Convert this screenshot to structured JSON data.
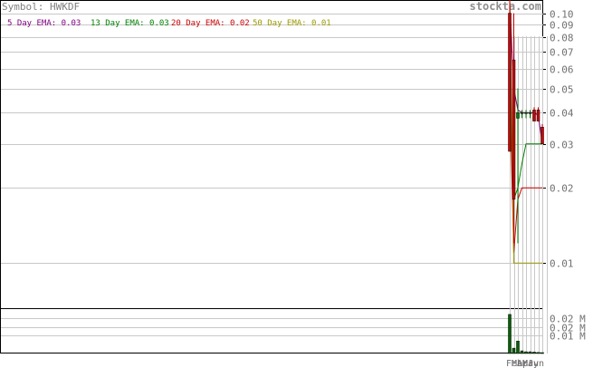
{
  "header": {
    "symbol_label": "Symbol: HWKDF",
    "site": "stockta.com"
  },
  "legend": [
    {
      "label": "5 Day EMA: 0.03",
      "color": "#800080"
    },
    {
      "label": "13 Day EMA: 0.03",
      "color": "#008000"
    },
    {
      "label": "20 Day EMA: 0.02",
      "color": "#cc0000"
    },
    {
      "label": "50 Day EMA: 0.01",
      "color": "#999900"
    }
  ],
  "colors": {
    "grid": "#c8c8c8",
    "frame": "#000000",
    "axis_text": "#707070",
    "header_text": "#808080",
    "up": "#008000",
    "down": "#cc0000",
    "volume": "#006000"
  },
  "chart_data": {
    "type": "candlestick",
    "price_axis": {
      "scale": "log",
      "ylim": [
        0.0066,
        0.112
      ],
      "ticks": [
        0.1,
        0.09,
        0.08,
        0.07,
        0.06,
        0.05,
        0.04,
        0.03,
        0.02,
        0.01
      ],
      "tick_labels": [
        "0.10",
        "0.09",
        "0.08",
        "0.07",
        "0.06",
        "0.05",
        "0.04",
        "0.03",
        "0.02",
        "0.01"
      ]
    },
    "volume_axis": {
      "ylim": [
        0,
        0.025
      ],
      "ticks": [
        0.02,
        0.015,
        0.01
      ],
      "tick_labels": [
        "0.02 M",
        "0.02 M",
        "0.01 M"
      ]
    },
    "x_tick_labels": [
      "Feb",
      "Mar",
      "Apr",
      "May",
      "Jun"
    ],
    "candles": [
      {
        "open": 0.1,
        "high": 0.12,
        "low": 0.028,
        "close": 0.028
      },
      {
        "open": 0.065,
        "high": 0.1,
        "low": 0.012,
        "close": 0.018
      },
      {
        "open": 0.038,
        "high": 0.05,
        "low": 0.012,
        "close": 0.04
      },
      {
        "open": 0.04,
        "high": 0.041,
        "low": 0.038,
        "close": 0.04
      },
      {
        "open": 0.04,
        "high": 0.041,
        "low": 0.038,
        "close": 0.04
      },
      {
        "open": 0.04,
        "high": 0.041,
        "low": 0.038,
        "close": 0.04
      },
      {
        "open": 0.041,
        "high": 0.042,
        "low": 0.037,
        "close": 0.037
      },
      {
        "open": 0.041,
        "high": 0.042,
        "low": 0.037,
        "close": 0.037
      },
      {
        "open": 0.035,
        "high": 0.036,
        "low": 0.03,
        "close": 0.03
      }
    ],
    "ema_series": [
      {
        "name": "5 Day EMA",
        "values": [
          0.11,
          0.05,
          0.041,
          0.04,
          0.04,
          0.04,
          0.04,
          0.039,
          0.03
        ]
      },
      {
        "name": "13 Day EMA",
        "values": [
          0.06,
          0.018,
          0.02,
          0.025,
          0.03,
          0.03,
          0.03,
          0.03,
          0.03
        ]
      },
      {
        "name": "20 Day EMA",
        "values": [
          0.05,
          0.011,
          0.018,
          0.02,
          0.02,
          0.02,
          0.02,
          0.02,
          0.02
        ]
      },
      {
        "name": "50 Day EMA",
        "values": [
          0.12,
          0.01,
          0.01,
          0.01,
          0.01,
          0.01,
          0.01,
          0.01,
          0.01
        ]
      }
    ],
    "volume": [
      0.022,
      0.003,
      0.007,
      0.0015,
      0.001,
      0.001,
      0.0008,
      0.0006,
      0.0005
    ]
  }
}
